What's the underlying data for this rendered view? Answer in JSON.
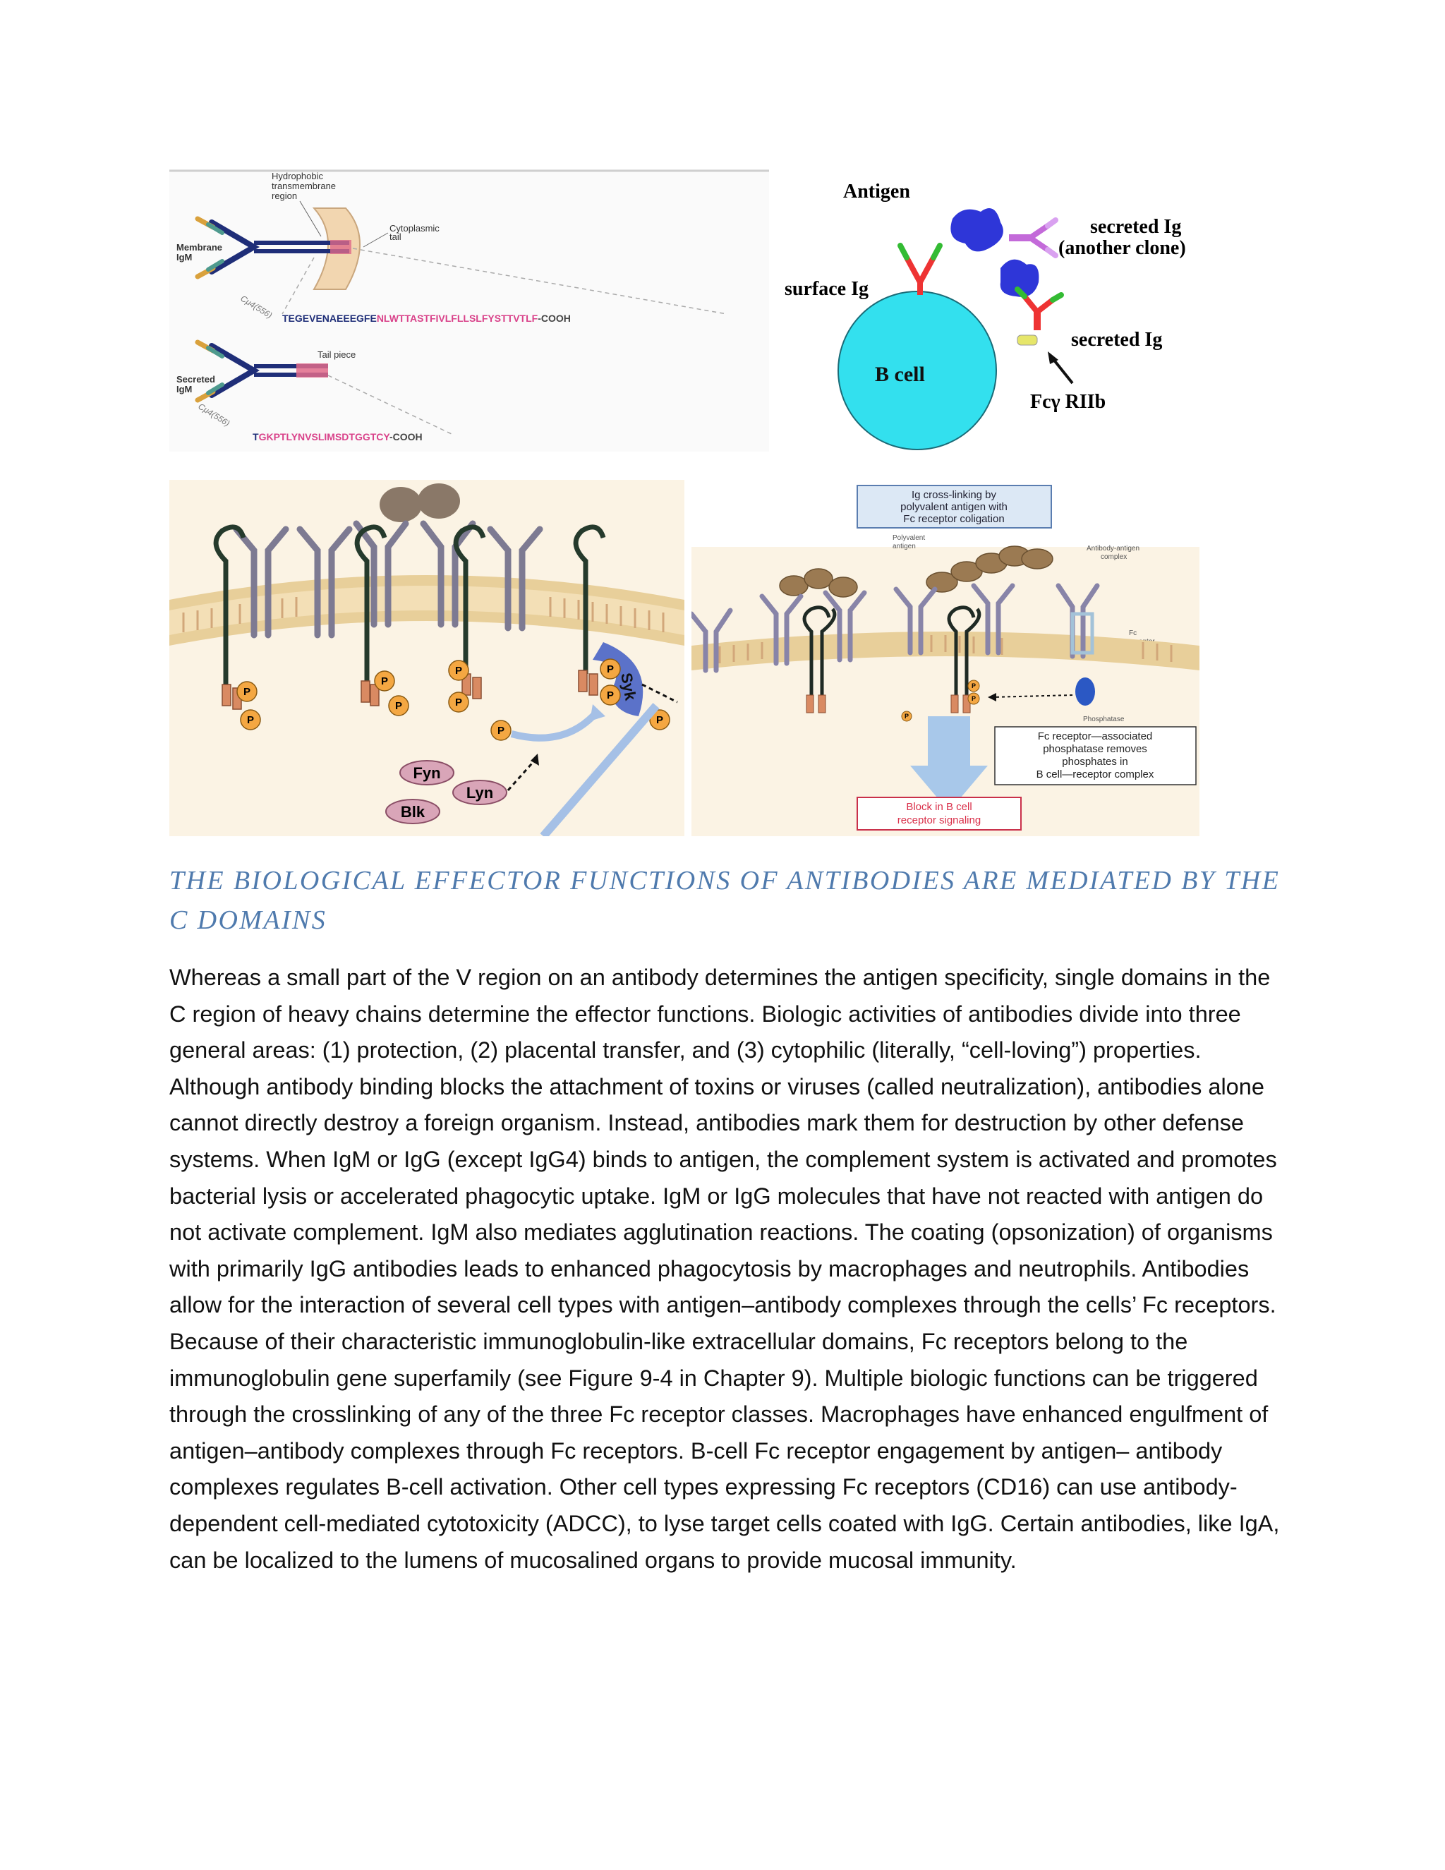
{
  "figure_a": {
    "label_hydrophobic": "Hydrophobic",
    "label_transmembrane": "transmembrane",
    "label_region": "region",
    "label_cytoplasmic": "Cytoplasmic",
    "label_tail": "tail",
    "label_membrane": "Membrane",
    "label_membrane_igm": "IgM",
    "label_cu4_top": "Cμ4(556)",
    "sequence_membrane_start": "TEGEVENAEEEGFE",
    "sequence_membrane_mid": "NLWTTASTFIVLFLLSLFYSTTVTLF",
    "sequence_membrane_end": "-COOH",
    "label_tail_piece": "Tail piece",
    "label_secreted": "Secreted",
    "label_secreted_igm": "IgM",
    "label_cu4_bottom": "Cμ4(556)",
    "sequence_secreted_start": "T",
    "sequence_secreted_mid": "GKPTLYNVSLIMSDTGGTCY",
    "sequence_secreted_end": "-COOH"
  },
  "figure_b": {
    "label_antigen": "Antigen",
    "label_secreted_ig_clone_1": "secreted Ig",
    "label_secreted_ig_clone_2": "(another clone)",
    "label_surface_ig": "surface Ig",
    "label_secreted_ig": "secreted Ig",
    "label_b_cell": "B cell",
    "label_fc_receptor": "Fcγ RIIb"
  },
  "figure_c": {
    "label_p": "P",
    "label_syk": "Syk",
    "label_fyn": "Fyn",
    "label_lyn": "Lyn",
    "label_blk": "Blk"
  },
  "figure_d": {
    "box_title_1": "Ig cross-linking by",
    "box_title_2": "polyvalent antigen with",
    "box_title_3": "Fc receptor coligation",
    "label_polyvalent_1": "Polyvalent",
    "label_polyvalent_2": "antigen",
    "label_complex_1": "Antibody-antigen",
    "label_complex_2": "complex",
    "label_fc_1": "Fc",
    "label_fc_2": "receptor",
    "label_p": "P",
    "label_phosphatase": "Phosphatase",
    "box_phos_1": "Fc receptor—associated",
    "box_phos_2": "phosphatase removes",
    "box_phos_3": "phosphates in",
    "box_phos_4": "B cell—receptor complex",
    "box_block_1": "Block in B cell",
    "box_block_2": "receptor signaling"
  },
  "document": {
    "heading": "THE BIOLOGICAL EFFECTOR FUNCTIONS OF ANTIBODIES ARE MEDIATED BY THE C  DOMAINS",
    "paragraph": "Whereas a small part of the V region on an antibody determines the antigen specificity, single domains in the C region of heavy chains determine the effector functions. Biologic activities of antibodies divide into three general areas: (1) protection, (2) placental transfer, and (3) cytophilic (literally, “cell-loving”) properties. Although antibody binding blocks the attachment of toxins or viruses (called neutralization), antibodies alone cannot directly destroy a foreign organism. Instead, antibodies mark them for destruction by other defense systems. When IgM or IgG (except IgG4) binds to antigen, the complement system is activated and promotes bacterial lysis or accelerated phagocytic uptake. IgM or IgG molecules that have not reacted with antigen do not activate complement. IgM also mediates agglutination reactions. The coating (opsonization) of organisms with primarily IgG antibodies leads to enhanced phagocytosis by macrophages and neutrophils. Antibodies allow for the interaction of several cell types with antigen–antibody complexes through the cells’ Fc receptors. Because of their characteristic immunoglobulin-like extracellular domains, Fc receptors belong to the immunoglobulin gene superfamily (see Figure 9-4 in Chapter 9). Multiple biologic functions can be triggered through the crosslinking of any of the three Fc receptor classes. Macrophages have enhanced engulfment of antigen–antibody complexes through Fc receptors. B-cell Fc receptor engagement by antigen– antibody complexes regulates B-cell activation. Other cell types expressing Fc receptors (CD16) can use antibody-dependent cell-mediated cytotoxicity (ADCC), to lyse target cells coated with IgG. Certain antibodies, like IgA, can be localized to the lumens of mucosalined organs to provide mucosal immunity."
  },
  "colors": {
    "heading": "#4f7aad",
    "b_cell": "#33e0ee",
    "antigen": "#2e36d8",
    "membrane": "#f2c9a0",
    "sequence_pink": "#d9428a"
  }
}
